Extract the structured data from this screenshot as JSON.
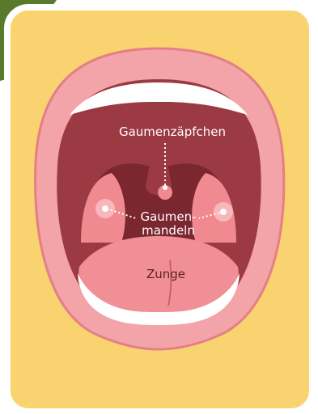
{
  "labels": {
    "uvula": "Gaumenzäpfchen",
    "tonsils_line1": "Gaumen-",
    "tonsils_line2": "mandeln",
    "tongue": "Zunge"
  },
  "colors": {
    "corner_green": "#5a7a2b",
    "card_border": "#ffffff",
    "card_fill": "#f9d36f",
    "lips": "#f3a4a8",
    "teeth": "#ffffff",
    "throat": "#9b3a43",
    "throat_dark": "#7b2730",
    "tonsil": "#f08a90",
    "tongue": "#f08f95"
  }
}
